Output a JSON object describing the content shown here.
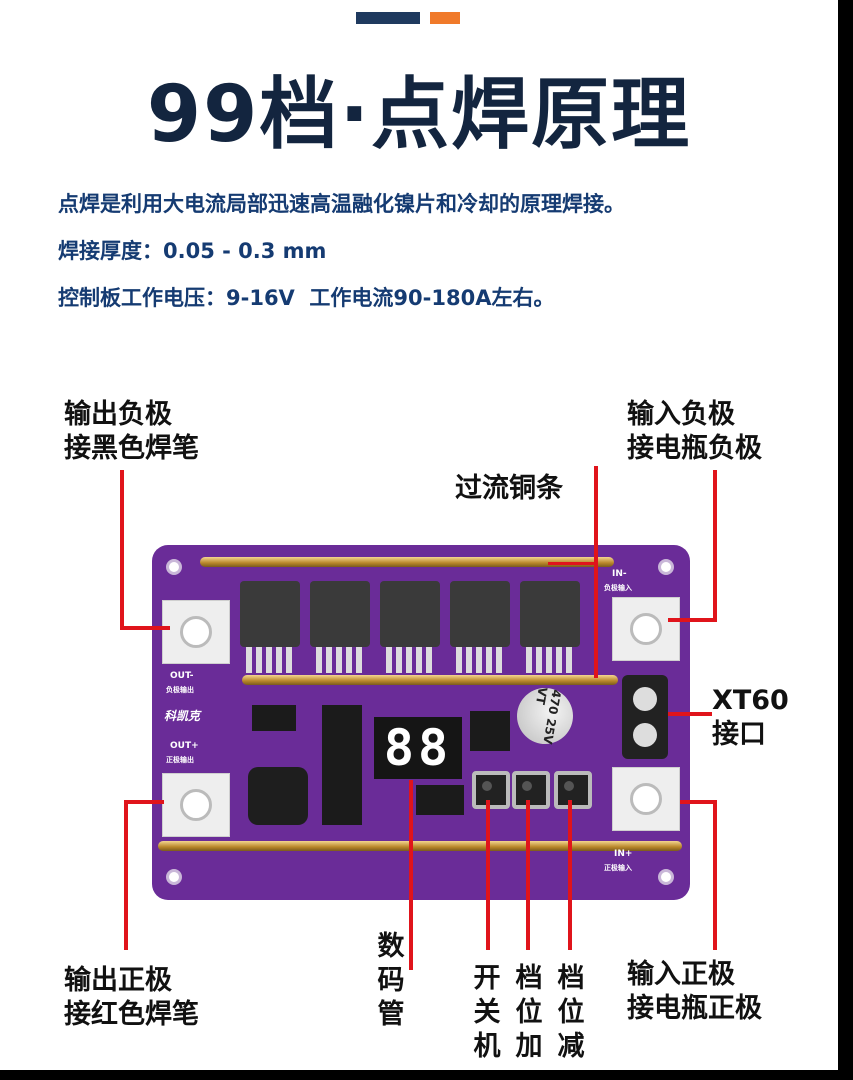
{
  "title": "99档·点焊原理",
  "description": [
    "点焊是利用大电流局部迅速高温融化镍片和冷却的原理焊接。",
    "焊接厚度：0.05 - 0.3 mm",
    "控制板工作电压：9-16V  工作电流90-180A左右。"
  ],
  "labels": {
    "output_negative": "输出负极\n接黑色焊笔",
    "input_negative": "输入负极\n接电瓶负极",
    "overcurrent_copper": "过流铜条",
    "xt60": "XT60\n接口",
    "output_positive": "输出正极\n接红色焊笔",
    "input_positive": "输入正极\n接电瓶正极",
    "display": "数码管",
    "power_switch": "开关机",
    "gear_up": "档位加",
    "gear_down": "档位减"
  },
  "board_silk": {
    "brand": "科凯克",
    "in_neg": "IN-",
    "in_neg_cn": "负极输入",
    "out_neg": "OUT-",
    "out_neg_cn": "负极输出",
    "out_pos": "OUT+",
    "out_pos_cn": "正极输出",
    "in_pos": "IN+",
    "in_pos_cn": "正极输入",
    "display_digits": "88",
    "capacitor": "470 25V VT"
  },
  "colors": {
    "title": "#13253f",
    "description": "#153b72",
    "callout_line": "#e0141b",
    "board": "#6a2c98",
    "accent_navy": "#1f3a5f",
    "accent_orange": "#f07a2a"
  }
}
